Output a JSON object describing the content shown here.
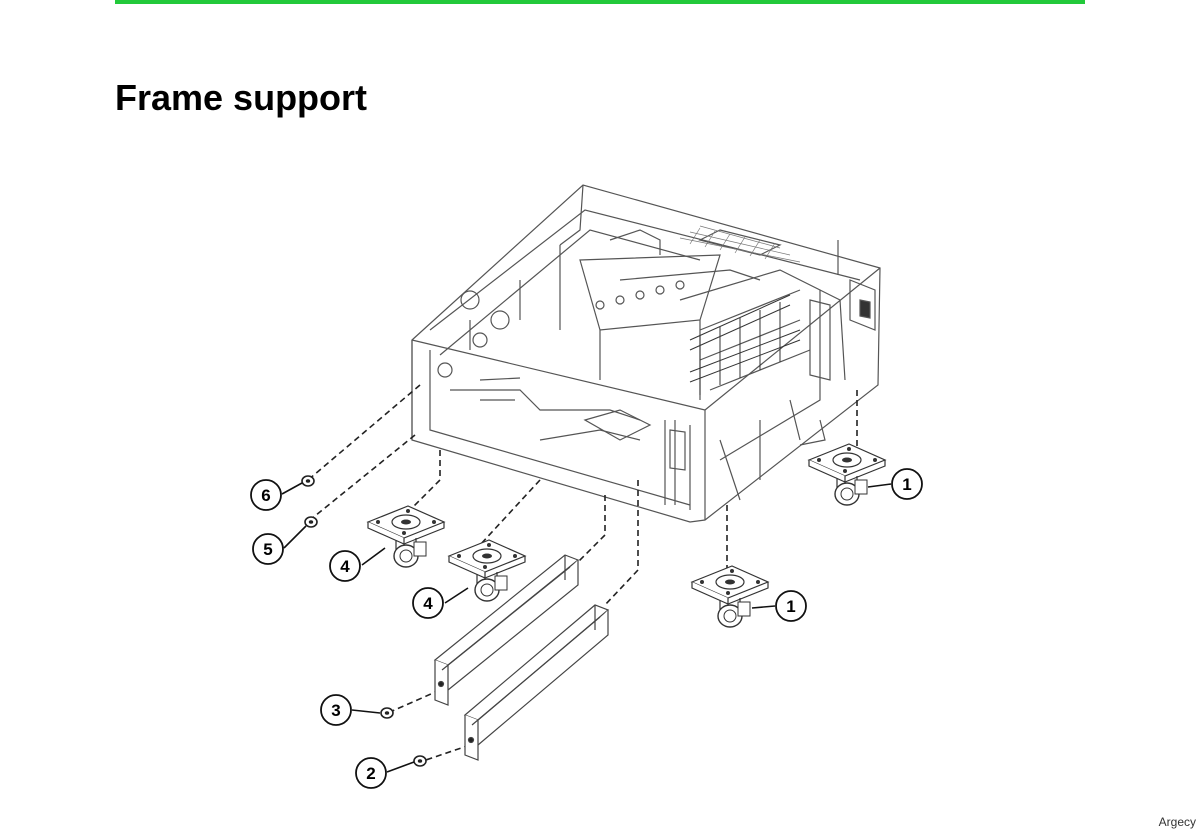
{
  "page": {
    "title": "Frame support",
    "footer": "Argecy"
  },
  "theme": {
    "rule_color": "#22c93a"
  },
  "diagram": {
    "callouts": [
      {
        "id": "c6",
        "num": "6"
      },
      {
        "id": "c5",
        "num": "5"
      },
      {
        "id": "c4a",
        "num": "4"
      },
      {
        "id": "c4b",
        "num": "4"
      },
      {
        "id": "c3",
        "num": "3"
      },
      {
        "id": "c2",
        "num": "2"
      },
      {
        "id": "c1a",
        "num": "1"
      },
      {
        "id": "c1b",
        "num": "1"
      }
    ]
  }
}
